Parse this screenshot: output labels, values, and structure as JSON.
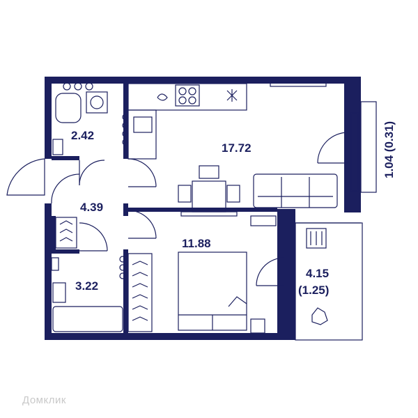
{
  "rooms": {
    "toilet": "2.42",
    "kitchen_living": "17.72",
    "hall": "4.39",
    "bedroom": "11.88",
    "bathroom": "3.22",
    "balcony_line1": "4.15",
    "balcony_line2": "(1.25)",
    "side_balcony": "1.04 (0.31)"
  },
  "watermark": "Домклик",
  "colors": {
    "wall": "#1b1f5e",
    "background": "#ffffff",
    "watermark": "#c9c9c9"
  }
}
